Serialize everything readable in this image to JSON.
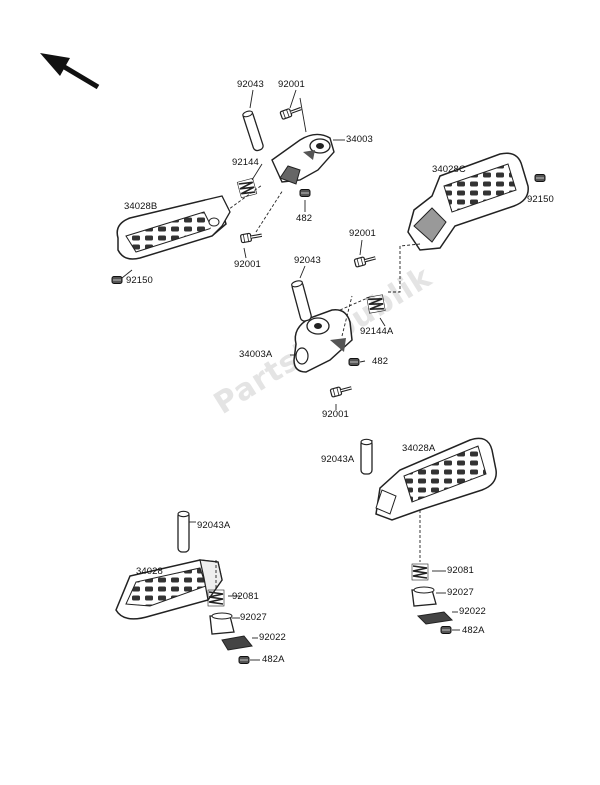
{
  "watermark": "PartsRepublik",
  "direction_icon": "arrow-front-icon",
  "labels": {
    "l1": "92043",
    "l2": "92001",
    "l3": "34003",
    "l4": "92144",
    "l5": "482",
    "l6": "92001",
    "l7": "34028B",
    "l8": "92150",
    "l9": "34028C",
    "l10": "92150",
    "l11": "92001",
    "l12": "92043",
    "l13": "92144A",
    "l14": "34003A",
    "l15": "482",
    "l16": "92001",
    "l17": "92043A",
    "l18": "34028A",
    "l19": "92043A",
    "l20": "34028",
    "l21": "92081",
    "l22": "92027",
    "l23": "92022",
    "l24": "482A",
    "l25": "92081",
    "l26": "92027",
    "l27": "92022",
    "l28": "482A"
  }
}
